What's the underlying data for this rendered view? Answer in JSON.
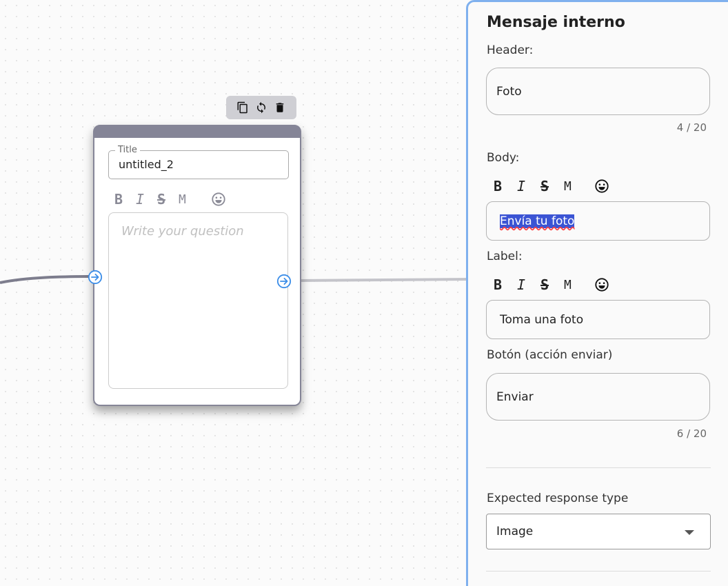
{
  "node": {
    "title_legend": "Title",
    "title_value": "untitled_2",
    "question_placeholder": "Write your question",
    "format": {
      "bold": "B",
      "italic": "I",
      "strike": "S",
      "mono": "M"
    }
  },
  "panel": {
    "title": "Mensaje interno",
    "header_label": "Header:",
    "header_value": "Foto",
    "header_counter": "4 / 20",
    "body_label": "Body:",
    "body_value": "Envía tu foto",
    "label_label": "Label:",
    "label_value": "Toma una foto",
    "button_label": "Botón (acción enviar)",
    "button_value": "Enviar",
    "button_counter": "6 / 20",
    "format": {
      "bold": "B",
      "italic": "I",
      "strike": "S",
      "mono": "M"
    },
    "response_type_label": "Expected response type",
    "response_type_value": "Image"
  },
  "colors": {
    "panel_border": "#7fb0ee",
    "port_blue": "#3d8ee8",
    "node_header": "#858597",
    "selection": "#3b54d4"
  },
  "icons": [
    "copy-icon",
    "refresh-icon",
    "trash-icon",
    "emoji-icon",
    "arrow-right-circle-icon",
    "chevron-down-icon"
  ]
}
